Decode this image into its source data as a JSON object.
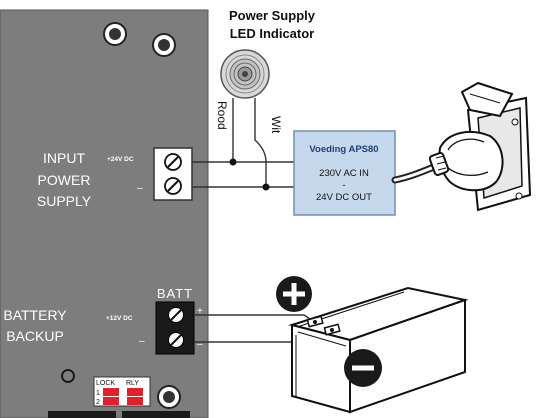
{
  "led_title": [
    "Power Supply",
    "LED Indicator"
  ],
  "wires": {
    "red": "Rood",
    "white": "Wit"
  },
  "input_label": [
    "INPUT",
    "POWER",
    "SUPPLY"
  ],
  "input_terminal": {
    "voltage": "+24V DC",
    "minus": "–"
  },
  "psu": {
    "title": "Voeding APS80",
    "line1": "230V AC IN",
    "dash": "-",
    "line2": "24V DC OUT"
  },
  "battery_label": [
    "BATTERY",
    "BACKUP"
  ],
  "batt_header": "BATT",
  "batt_terminal": {
    "voltage": "+12V DC",
    "plus": "+",
    "minus": "–"
  },
  "jumpers": {
    "lock": "LOCK",
    "rly": "RLY",
    "row1": "1",
    "row2": "2"
  },
  "colors": {
    "board": "#7d7d7d",
    "psu_fill": "#c6d8ec",
    "psu_stroke": "#6e8fb7",
    "psu_title": "#1f3f7a",
    "jumper": "#e0202a"
  },
  "icons": [
    "plus-circle-icon",
    "minus-circle-icon",
    "screw-terminal-icon",
    "led-indicator-icon",
    "battery-icon",
    "power-plug-icon",
    "wall-socket-icon"
  ]
}
